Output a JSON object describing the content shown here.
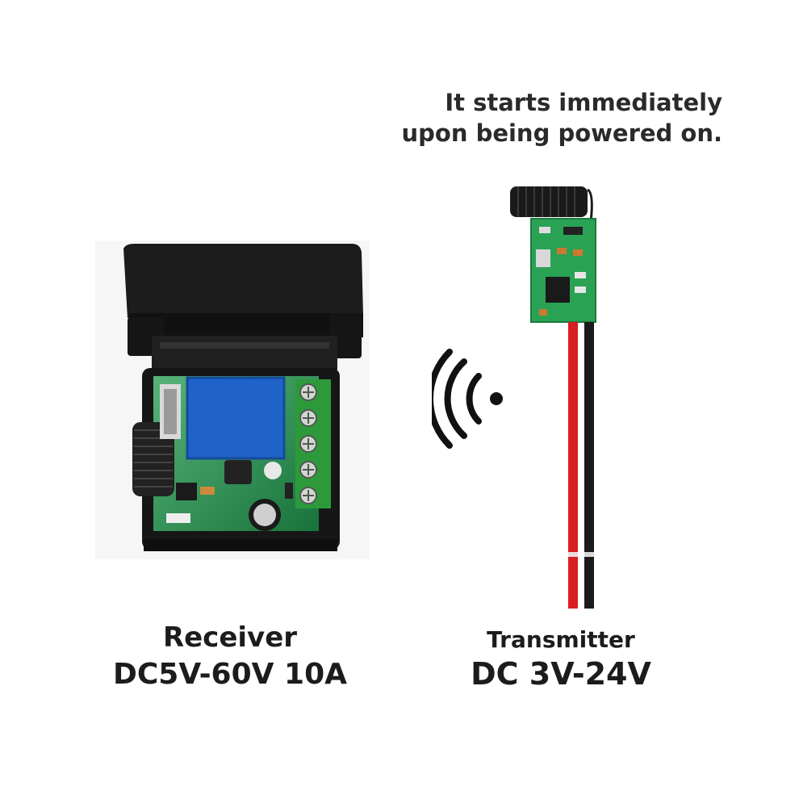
{
  "headline": {
    "line1": "It starts immediately",
    "line2": "upon being powered on."
  },
  "receiver": {
    "name": "Receiver",
    "spec": "DC5V-60V 10A"
  },
  "transmitter": {
    "name": "Transmitter",
    "spec": "DC 3V-24V"
  },
  "icons": {
    "signal": "wireless-signal-icon"
  },
  "colors": {
    "pcb": "#1f9a4e",
    "relay": "#1f63c8",
    "terminal": "#2c9a3a",
    "case": "#1a1a1a",
    "wire_red": "#d81e22",
    "wire_black": "#1b1b1b"
  }
}
